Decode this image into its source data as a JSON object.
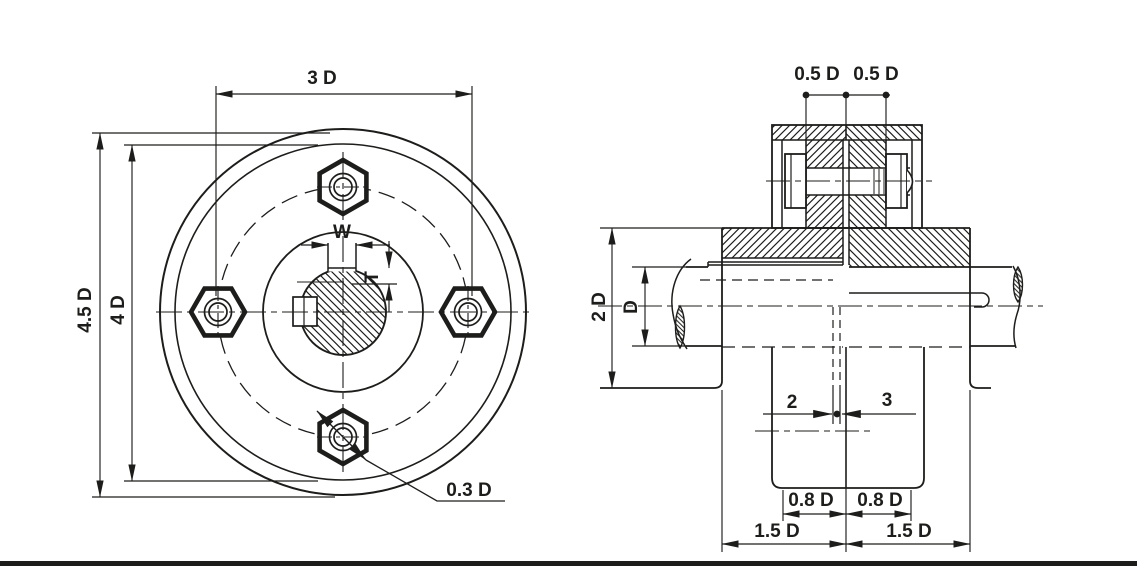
{
  "colors": {
    "ink": "#1d1d1b",
    "paper": "#ffffff"
  },
  "front_view": {
    "labels": {
      "bolt_circle_dia": "3 D",
      "outer_dia": "4.5 D",
      "recess_dia": "4 D",
      "keyway_width": "W",
      "keyway_depth": "T",
      "bolt_dia": "0.3 D"
    }
  },
  "side_view": {
    "labels": {
      "flange_thickness_left": "0.5 D",
      "flange_thickness_right": "0.5 D",
      "hub_dia": "2 D",
      "shaft_dia": "D",
      "gap_small": "2",
      "gap_large": "3",
      "rim_left": "0.8 D",
      "rim_right": "0.8 D",
      "hub_len_left": "1.5 D",
      "hub_len_right": "1.5 D"
    }
  }
}
